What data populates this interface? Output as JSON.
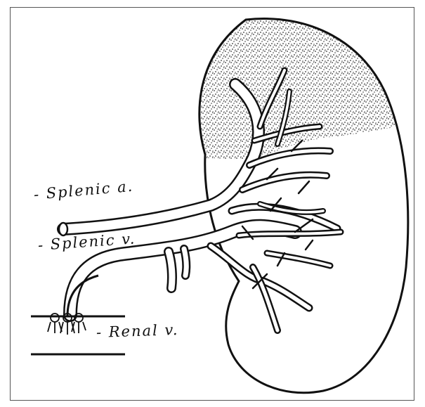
{
  "labels": {
    "splenic_artery": "- Splenic a.",
    "splenic_vein": "- Splenic v.",
    "renal_vein": "- Renal v."
  },
  "colors": {
    "ink": "#111111",
    "paper": "#ffffff",
    "frame": "#555555"
  }
}
